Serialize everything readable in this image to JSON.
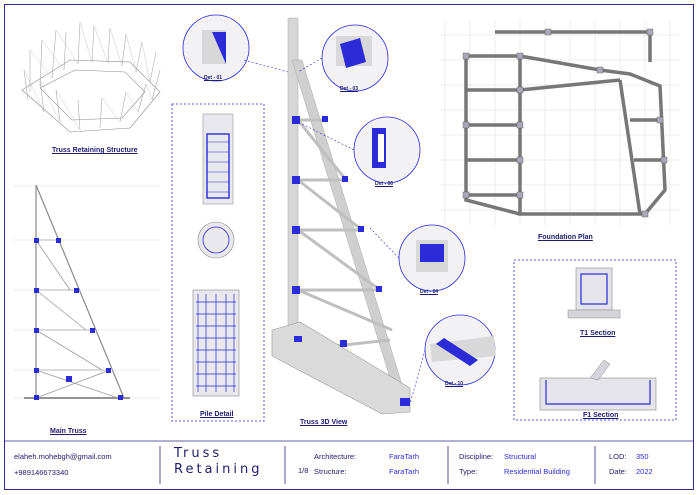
{
  "labels": {
    "truss_retaining_structure": "Truss Retaining Structure",
    "main_truss": "Main Truss",
    "pile_detail": "Pile Detail",
    "truss_3d_view": "Truss 3D View",
    "foundation_plan": "Foundation Plan",
    "t1_section": "T1 Section",
    "f1_section": "F1 Section"
  },
  "details": {
    "det01": "Det - 01",
    "det03": "Det - 03",
    "det06": "Det - 06",
    "det04": "Det - 04",
    "det10": "Det - 10"
  },
  "title_block": {
    "email": "elaheh.mohebgh@gmail.com",
    "phone": "+989146673340",
    "title_line1": "Truss",
    "title_line2": "Retaining",
    "sheet_no": "1/8",
    "architecture_label": "Architecture:",
    "architecture_value": "FaraTarh",
    "structure_label": "Structure:",
    "structure_value": "FaraTarh",
    "discipline_label": "Discipline:",
    "discipline_value": "Structural",
    "type_label": "Type:",
    "type_value": "Residential Building",
    "lod_label": "LOD:",
    "lod_value": "350",
    "date_label": "Date:",
    "date_value": "2022"
  },
  "colors": {
    "ink": "#1c1c6e",
    "accent": "#2b2bd8",
    "steel": "#9a9a9a"
  }
}
